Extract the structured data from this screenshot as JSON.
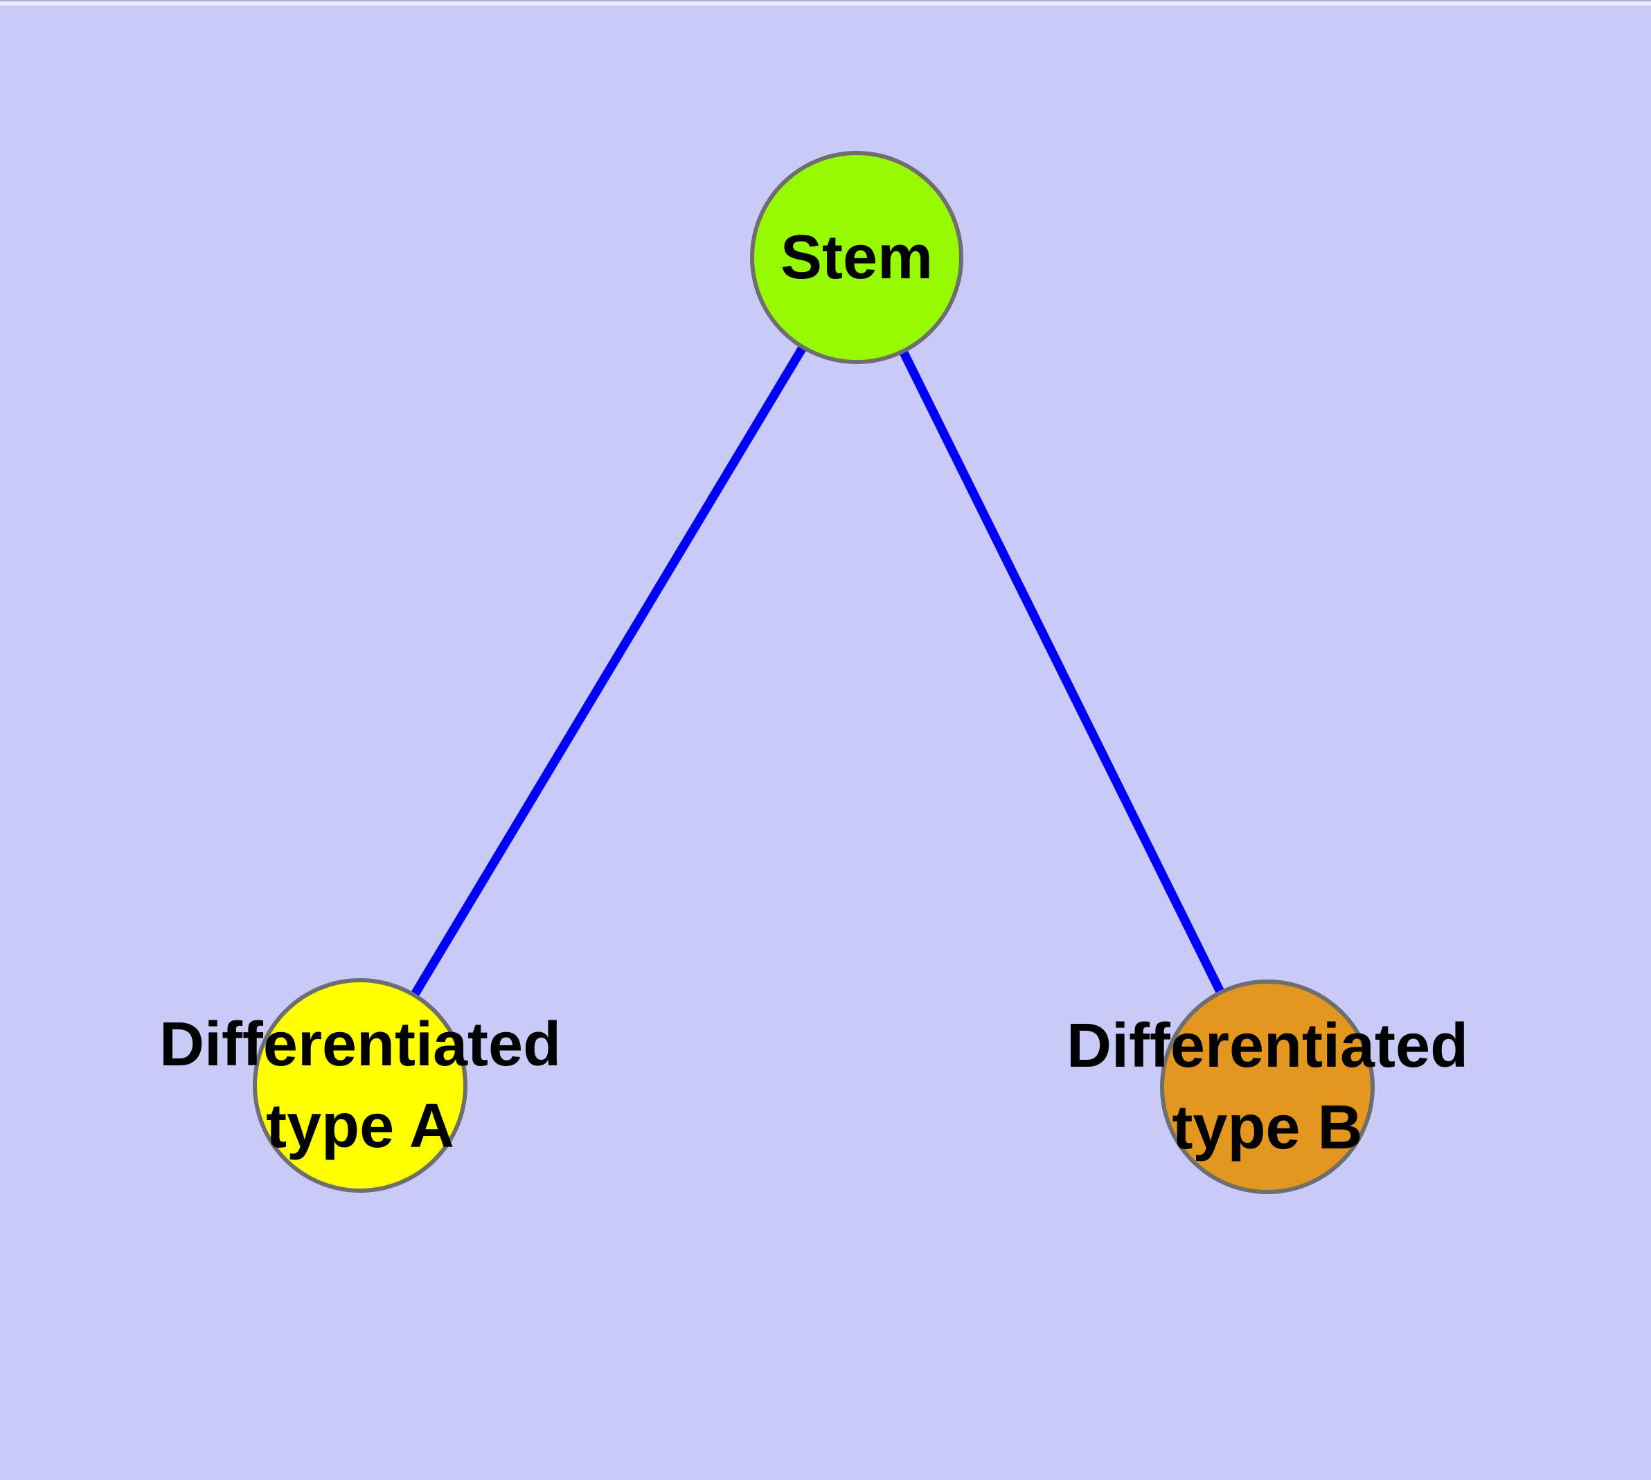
{
  "figure": {
    "kind": "node-link tree diagram",
    "background_color": "#CACAF7",
    "text_color": "#000000",
    "node_border_color": "#6E6E6E",
    "edge_color": "#0000F8"
  },
  "nodes": [
    {
      "id": "stem",
      "label_lines": [
        "Stem"
      ],
      "color": "#97FA00"
    },
    {
      "id": "type-a",
      "label_lines": [
        "Differentiated",
        "type A"
      ],
      "color": "#FFFF00"
    },
    {
      "id": "type-b",
      "label_lines": [
        "Differentiated",
        "type B"
      ],
      "color": "#E2981F"
    }
  ],
  "edges": [
    {
      "from": "stem",
      "to": "type-a",
      "color": "#0000F8"
    },
    {
      "from": "stem",
      "to": "type-b",
      "color": "#0000F8"
    }
  ]
}
